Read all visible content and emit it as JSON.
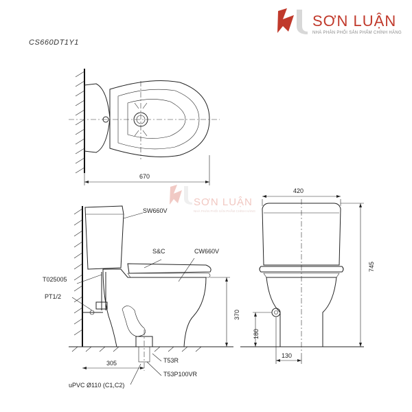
{
  "brand": {
    "name": "SƠN LUẬN",
    "tagline": "NHÀ PHÂN PHỐI SẢN PHẨM CHÍNH HÃNG",
    "color": "#c0392b"
  },
  "watermark": {
    "name": "SƠN LUẬN",
    "tagline": "NHÀ PHÂN PHỐI SẢN PHẨM CHÍNH HÃNG"
  },
  "model": "CS660DT1Y1",
  "dimensions": {
    "top_depth": "670",
    "front_width": "420",
    "total_height": "745",
    "seat_height": "370",
    "inlet_height": "180",
    "inlet_offset": "130",
    "rough_in": "305"
  },
  "labels": {
    "tank": "SW660V",
    "seat": "S&C",
    "bowl": "CW660V",
    "valve": "T025005",
    "pipe": "PT1/2",
    "flange": "T53R",
    "adapter": "T53P100VR",
    "drain": "uPVC Ø110 (C1,C2)"
  }
}
